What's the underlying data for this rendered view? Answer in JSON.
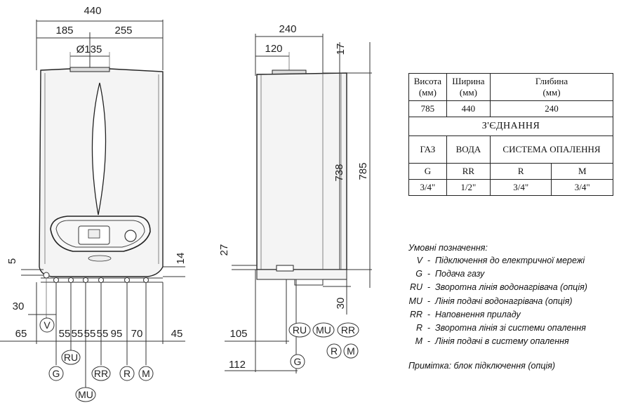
{
  "dimensions": {
    "front": {
      "overall_width": "440",
      "left_part": "185",
      "right_part": "255",
      "flue_diameter": "Ø135",
      "left_offset_5": "5",
      "right_offset_14": "14",
      "left_offset_30": "30",
      "bottom_row": [
        "65",
        "55",
        "55",
        "55",
        "55",
        "95",
        "70",
        "45"
      ]
    },
    "side": {
      "overall_depth": "240",
      "flue_offset": "120",
      "top_17": "17",
      "height_738": "738",
      "height_785": "785",
      "left_27": "27",
      "bottom_30": "30",
      "depth_105": "105",
      "depth_112": "112"
    }
  },
  "connections_front": [
    "V",
    "RU",
    "G",
    "RR",
    "R",
    "M",
    "MU"
  ],
  "connections_side": [
    "RU",
    "MU",
    "RR",
    "R",
    "M",
    "G"
  ],
  "table": {
    "headers": [
      {
        "l1": "Висота",
        "l2": "(мм)"
      },
      {
        "l1": "Ширина",
        "l2": "(мм)"
      },
      {
        "l1": "Глибина",
        "l2": "(мм)"
      }
    ],
    "values": [
      "785",
      "440",
      "240"
    ],
    "connections_title": "З'ЄДНАННЯ",
    "groups": [
      "ГАЗ",
      "ВОДА",
      "СИСТЕМА ОПАЛЕННЯ"
    ],
    "codes": [
      "G",
      "RR",
      "R",
      "M"
    ],
    "sizes": [
      "3/4\"",
      "1/2\"",
      "3/4\"",
      "3/4\""
    ]
  },
  "legend": {
    "title": "Умовні позначення:",
    "items": [
      {
        "code": "V",
        "text": "Підключення до електричної мережі"
      },
      {
        "code": "G",
        "text": "Подача газу"
      },
      {
        "code": "RU",
        "text": "Зворотна лінія водонагрівача (опція)"
      },
      {
        "code": "MU",
        "text": "Лінія подачі водонагрівача (опція)"
      },
      {
        "code": "RR",
        "text": "Наповнення приладу"
      },
      {
        "code": "R",
        "text": "Зворотна лінія зі системи опалення"
      },
      {
        "code": "M",
        "text": "Лінія подачі в систему опалення"
      }
    ],
    "note": "Примітка: блок підключення (опція)"
  }
}
